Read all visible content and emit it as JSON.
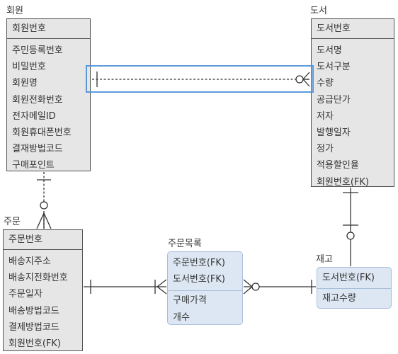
{
  "entities": {
    "member": {
      "name": "회원",
      "pk": "회원번호",
      "attributes": [
        "주민등록번호",
        "비밀번호",
        "회원명",
        "회원전화번호",
        "전자메일ID",
        "회원휴대폰번호",
        "결재방법코드",
        "구매포인트"
      ]
    },
    "book": {
      "name": "도서",
      "pk": "도서번호",
      "attributes": [
        "도서명",
        "도서구분",
        "수량",
        "공급단가",
        "저자",
        "발행일자",
        "정가",
        "적용할인율",
        "회원번호(FK)"
      ]
    },
    "order": {
      "name": "주문",
      "pk": "주문번호",
      "attributes": [
        "배송지주소",
        "배송지전화번호",
        "주문일자",
        "배송방법코드",
        "결제방법코드",
        "회원번호(FK)"
      ]
    },
    "order_list": {
      "name": "주문목록",
      "pk": [
        "주문번호(FK)",
        "도서번호(FK)"
      ],
      "attributes": [
        "구매가격",
        "개수"
      ]
    },
    "stock": {
      "name": "재고",
      "pk": "도서번호(FK)",
      "attributes": [
        "재고수량"
      ]
    }
  },
  "colors": {
    "entity_fill": "#e6e6e6",
    "weak_entity_fill": "#dde7f3",
    "highlight_box": "#4a90d9",
    "line": "#333333"
  }
}
